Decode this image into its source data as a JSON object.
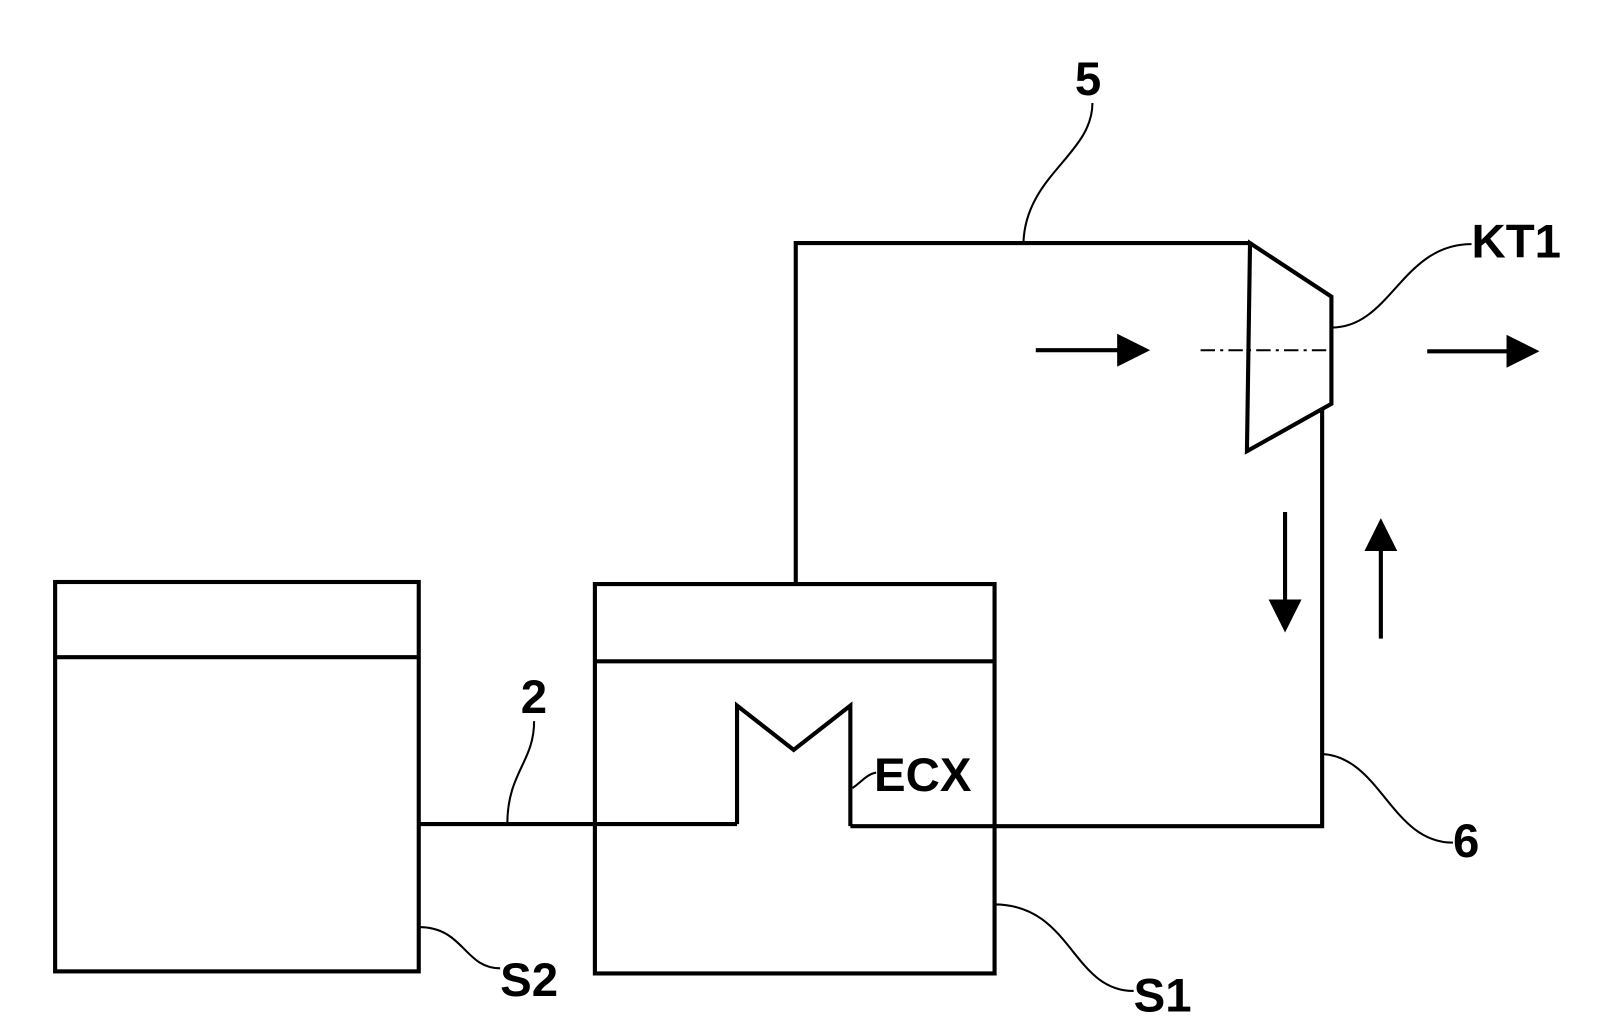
{
  "labels": {
    "pipe_top": "5",
    "turbine": "KT1",
    "connection": "2",
    "heat_exchanger": "ECX",
    "pipe_return": "6",
    "storage_1": "S1",
    "storage_2": "S2"
  },
  "colors": {
    "line": "#000000",
    "background": "#ffffff"
  }
}
